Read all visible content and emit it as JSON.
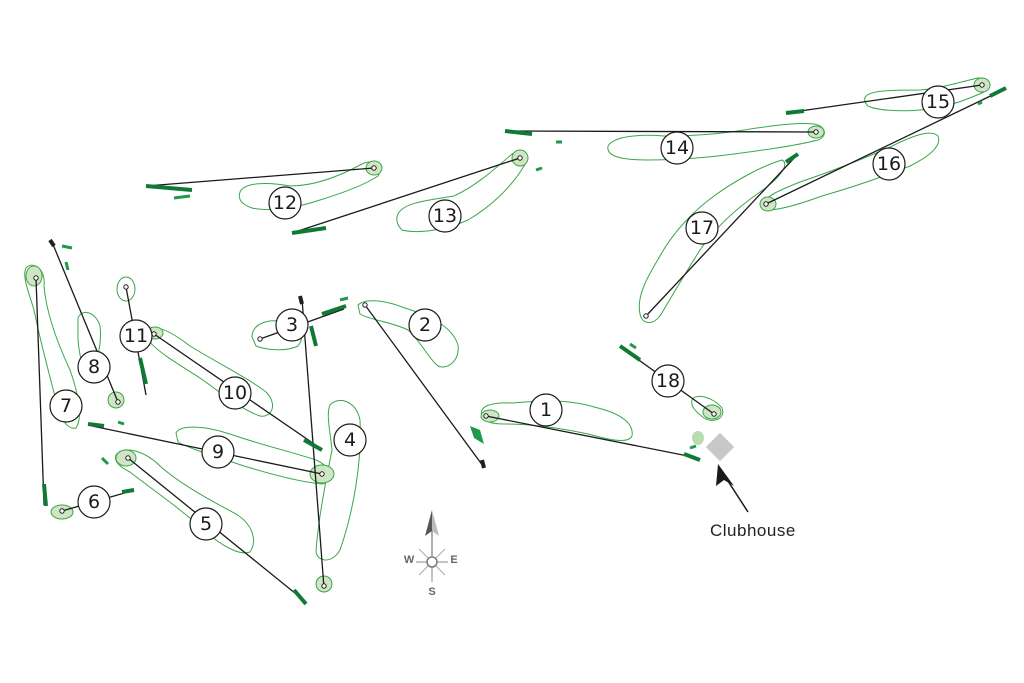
{
  "map": {
    "holes": [
      {
        "num": "1"
      },
      {
        "num": "2"
      },
      {
        "num": "3"
      },
      {
        "num": "4"
      },
      {
        "num": "5"
      },
      {
        "num": "6"
      },
      {
        "num": "7"
      },
      {
        "num": "8"
      },
      {
        "num": "9"
      },
      {
        "num": "10"
      },
      {
        "num": "11"
      },
      {
        "num": "12"
      },
      {
        "num": "13"
      },
      {
        "num": "14"
      },
      {
        "num": "15"
      },
      {
        "num": "16"
      },
      {
        "num": "17"
      },
      {
        "num": "18"
      }
    ],
    "compass": {
      "n": "",
      "s": "S",
      "e": "E",
      "w": "W"
    },
    "clubhouse": {
      "label": "Clubhouse"
    },
    "colors": {
      "fairway_outline": "#3aa64a",
      "green_fill": "#cfe5c4",
      "tee_box": "#0f7a35",
      "hole_line": "#1a1a1a",
      "clubhouse": "#c8c8c8"
    }
  }
}
